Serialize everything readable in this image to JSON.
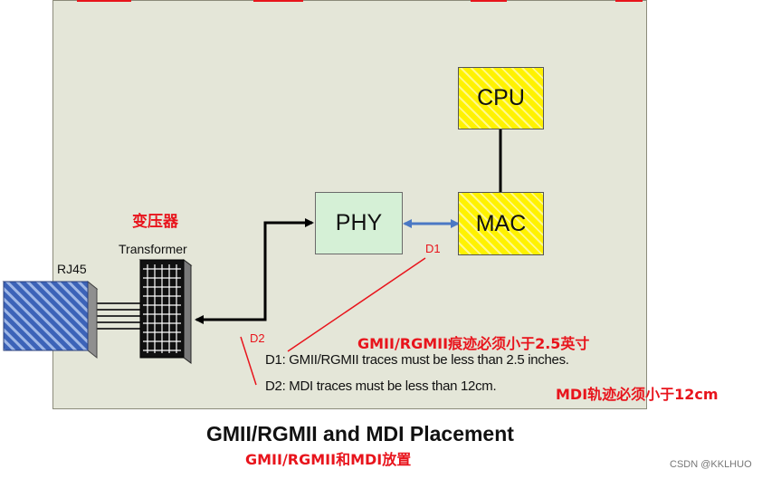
{
  "top_fragment": "…",
  "components": {
    "cpu": "CPU",
    "mac": "MAC",
    "phy": "PHY",
    "rj45": "RJ45",
    "transformer": "Transformer"
  },
  "labels": {
    "transformer_cn": "变压器",
    "d1_tag": "D1",
    "d2_tag": "D2"
  },
  "notes": {
    "d1_en": "D1: GMII/RGMII traces must be less than 2.5 inches.",
    "d1_cn": "GMII/RGMII痕迹必须小于2.5英寸",
    "d2_en": "D2: MDI traces must be less than 12cm.",
    "d2_cn": "MDI轨迹必须小于12cm"
  },
  "caption": {
    "title": "GMII/RGMII and MDI Placement",
    "title_cn": "GMII/RGMII和MDI放置"
  },
  "watermark": "CSDN @KKLHUO",
  "colors": {
    "board": "#e4e6d8",
    "yellow": "#fff200",
    "phy": "#d5f0d6",
    "rj45_blue": "#3c63b8",
    "link_blue": "#4a78c4",
    "annotation_red": "#e8141c"
  }
}
